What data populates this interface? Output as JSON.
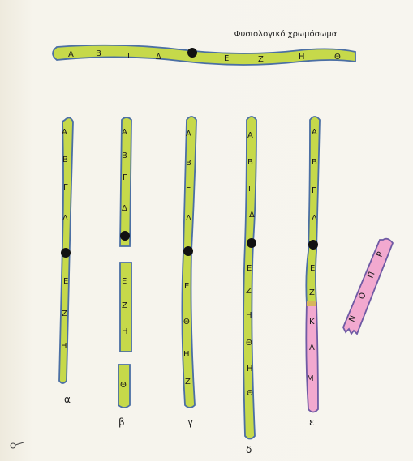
{
  "title": "Φυσιολογικό χρωμόσωμα",
  "normal": {
    "genes": [
      "Α",
      "Β",
      "Γ",
      "Δ",
      "Ε",
      "Ζ",
      "Η",
      "Θ"
    ]
  },
  "chromosomes": [
    {
      "caption": "α",
      "genes": [
        "Α",
        "Β",
        "Γ",
        "Δ",
        "Ε",
        "Ζ",
        "Η"
      ]
    },
    {
      "caption": "β",
      "genes": [
        "Α",
        "Β",
        "Γ",
        "Δ",
        "Ε",
        "Ζ",
        "Η",
        "Θ"
      ]
    },
    {
      "caption": "γ",
      "genes": [
        "Α",
        "Β",
        "Γ",
        "Δ",
        "Ε",
        "Θ",
        "Η",
        "Ζ"
      ]
    },
    {
      "caption": "δ",
      "genes": [
        "Α",
        "Β",
        "Γ",
        "Δ",
        "Ε",
        "Ζ",
        "Η",
        "Θ",
        "Η",
        "Θ"
      ]
    },
    {
      "caption": "ε",
      "genes": [
        "Α",
        "Β",
        "Γ",
        "Δ",
        "Ε",
        "Ζ",
        "Κ",
        "Λ",
        "Μ"
      ]
    }
  ],
  "fragment": {
    "genes": [
      "Ν",
      "Ο",
      "Π",
      "Ρ"
    ]
  },
  "colors": {
    "chromatid": "#c6d94a",
    "translocated": "#f2a9cf",
    "outline": "#4b6fa4"
  }
}
